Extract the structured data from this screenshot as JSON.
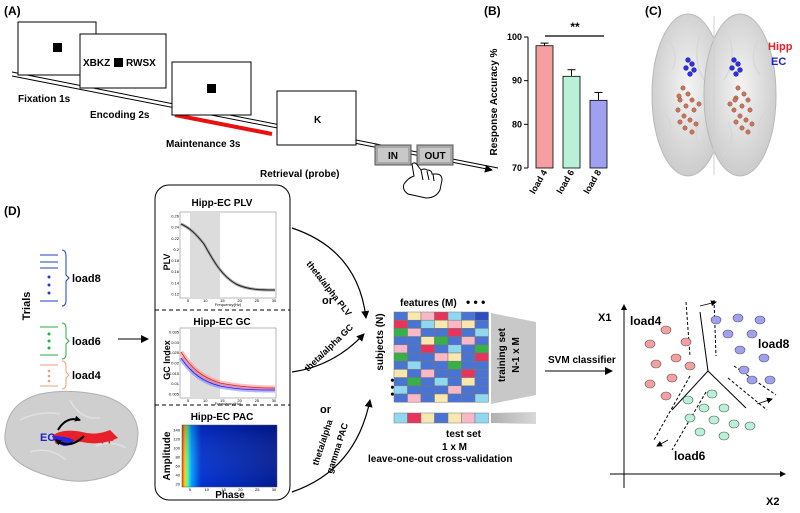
{
  "panels": {
    "a": "(A)",
    "b": "(B)",
    "c": "(C)",
    "d": "(D)"
  },
  "task": {
    "stimulus_1": "XBKZ",
    "stimulus_2": "RWSX",
    "probe": "K",
    "fixation": "Fixation 1s",
    "encoding": "Encoding 2s",
    "maintenance": "Maintenance 3s",
    "retrieval": "Retrieval (probe)",
    "in_button": "IN",
    "out_button": "OUT"
  },
  "colors": {
    "load4": "#f4a0a0",
    "load6": "#b8f0d8",
    "load8": "#9fa0f0",
    "hipp": "#e8202a",
    "ec": "#2020d0",
    "maintenance_bar": "#e81010"
  },
  "chart_data": {
    "type": "bar",
    "categories": [
      "load 4",
      "load 6",
      "load 8"
    ],
    "values": [
      98,
      91,
      85.5
    ],
    "errors": [
      0.6,
      1.5,
      1.8
    ],
    "ylabel": "Response Accuracy %",
    "ylim": [
      70,
      100
    ],
    "yticks": [
      "70",
      "80",
      "90",
      "100"
    ],
    "significance": "**"
  },
  "brain": {
    "hipp_label": "Hipp",
    "ec_label": "EC"
  },
  "pipeline": {
    "trials_label": "Trials",
    "load8": "load8",
    "load6": "load6",
    "load4": "load4",
    "ec": "EC",
    "hipp": "Hipp",
    "plv_title": "Hipp-EC PLV",
    "plv_ylabel": "PLV",
    "plv_xlabel": "Frequency(Hz)",
    "gc_title": "Hipp-EC GC",
    "gc_ylabel": "GC Index",
    "gc_xlabel": "Frequency(Hz)",
    "pac_title": "Hipp-EC PAC",
    "pac_ylabel": "Amplitude",
    "pac_xlabel": "Phase",
    "arrow_plv": "theta/alpha PLV",
    "arrow_gc": "theta/alpha GC",
    "arrow_pac_1": "theta/alpha",
    "arrow_pac_2": "gamma PAC",
    "or_1": "or",
    "or_2": "or",
    "features": "features (M)",
    "subjects": "subjects (N)",
    "training_set": "training set",
    "training_dim": "N-1 x M",
    "test_set": "test set",
    "test_dim": "1 x M",
    "loocv": "leave-one-out cross-validation",
    "svm": "SVM classifier",
    "x1": "X1",
    "x2": "X2",
    "class_load4": "load4",
    "class_load6": "load6",
    "class_load8": "load8"
  },
  "plv_ticks": [
    "0.26",
    "0.24",
    "0.22",
    "0.2",
    "0.18",
    "0.16",
    "0.14",
    "0.12"
  ],
  "gc_ticks": [
    "0.035",
    "0.03",
    "0.025",
    "0.02",
    "0.015",
    "0.01",
    "0.005"
  ],
  "pac_ticks": [
    "140",
    "120",
    "100",
    "80",
    "60",
    "40",
    "20"
  ],
  "freq_ticks": [
    "5",
    "10",
    "15",
    "20",
    "25",
    "30"
  ]
}
